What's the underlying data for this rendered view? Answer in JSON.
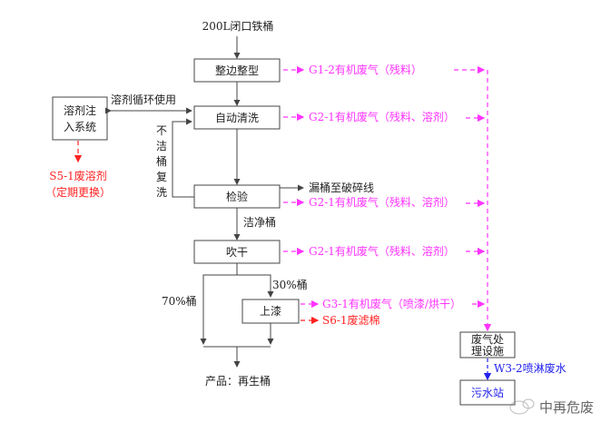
{
  "input_label": "200L闭口铁桶",
  "steps": {
    "trim": "整边整型",
    "auto_wash": "自动清洗",
    "inspect": "检验",
    "blow_dry": "吹干",
    "paint": "上漆"
  },
  "solvent_system": [
    "溶剂注",
    "入系统"
  ],
  "solvent_recycle_label": "溶剂循环使用",
  "rewash_label": [
    "不",
    "洁",
    "桶",
    "复",
    "洗"
  ],
  "leak_label": "漏桶至破碎线",
  "clean_label": "洁净桶",
  "split_labels": {
    "seventy": "70%桶",
    "thirty": "30%桶"
  },
  "product_label": "产品：再生桶",
  "emissions": {
    "g12": "G1-2有机废气（残料）",
    "g21_wash": "G2-1有机废气（残料、溶剂）",
    "g21_inspect": "G2-1有机废气（残料、溶剂）",
    "g21_dry": "G2-1有机废气（残料、溶剂）",
    "g31": "G3-1有机废气（喷漆/烘干）",
    "s61": "S6-1废滤棉",
    "s51": "S5-1废溶剂",
    "s51_note": "（定期更换）",
    "w32": "W3-2喷淋废水"
  },
  "treatment": [
    "废气处",
    "理设施"
  ],
  "sewage": "污水站",
  "watermark": "中再危废",
  "colors": {
    "gas": "#ff33ff",
    "solid": "#ff2222",
    "water": "#2222ee",
    "line": "#444444"
  }
}
